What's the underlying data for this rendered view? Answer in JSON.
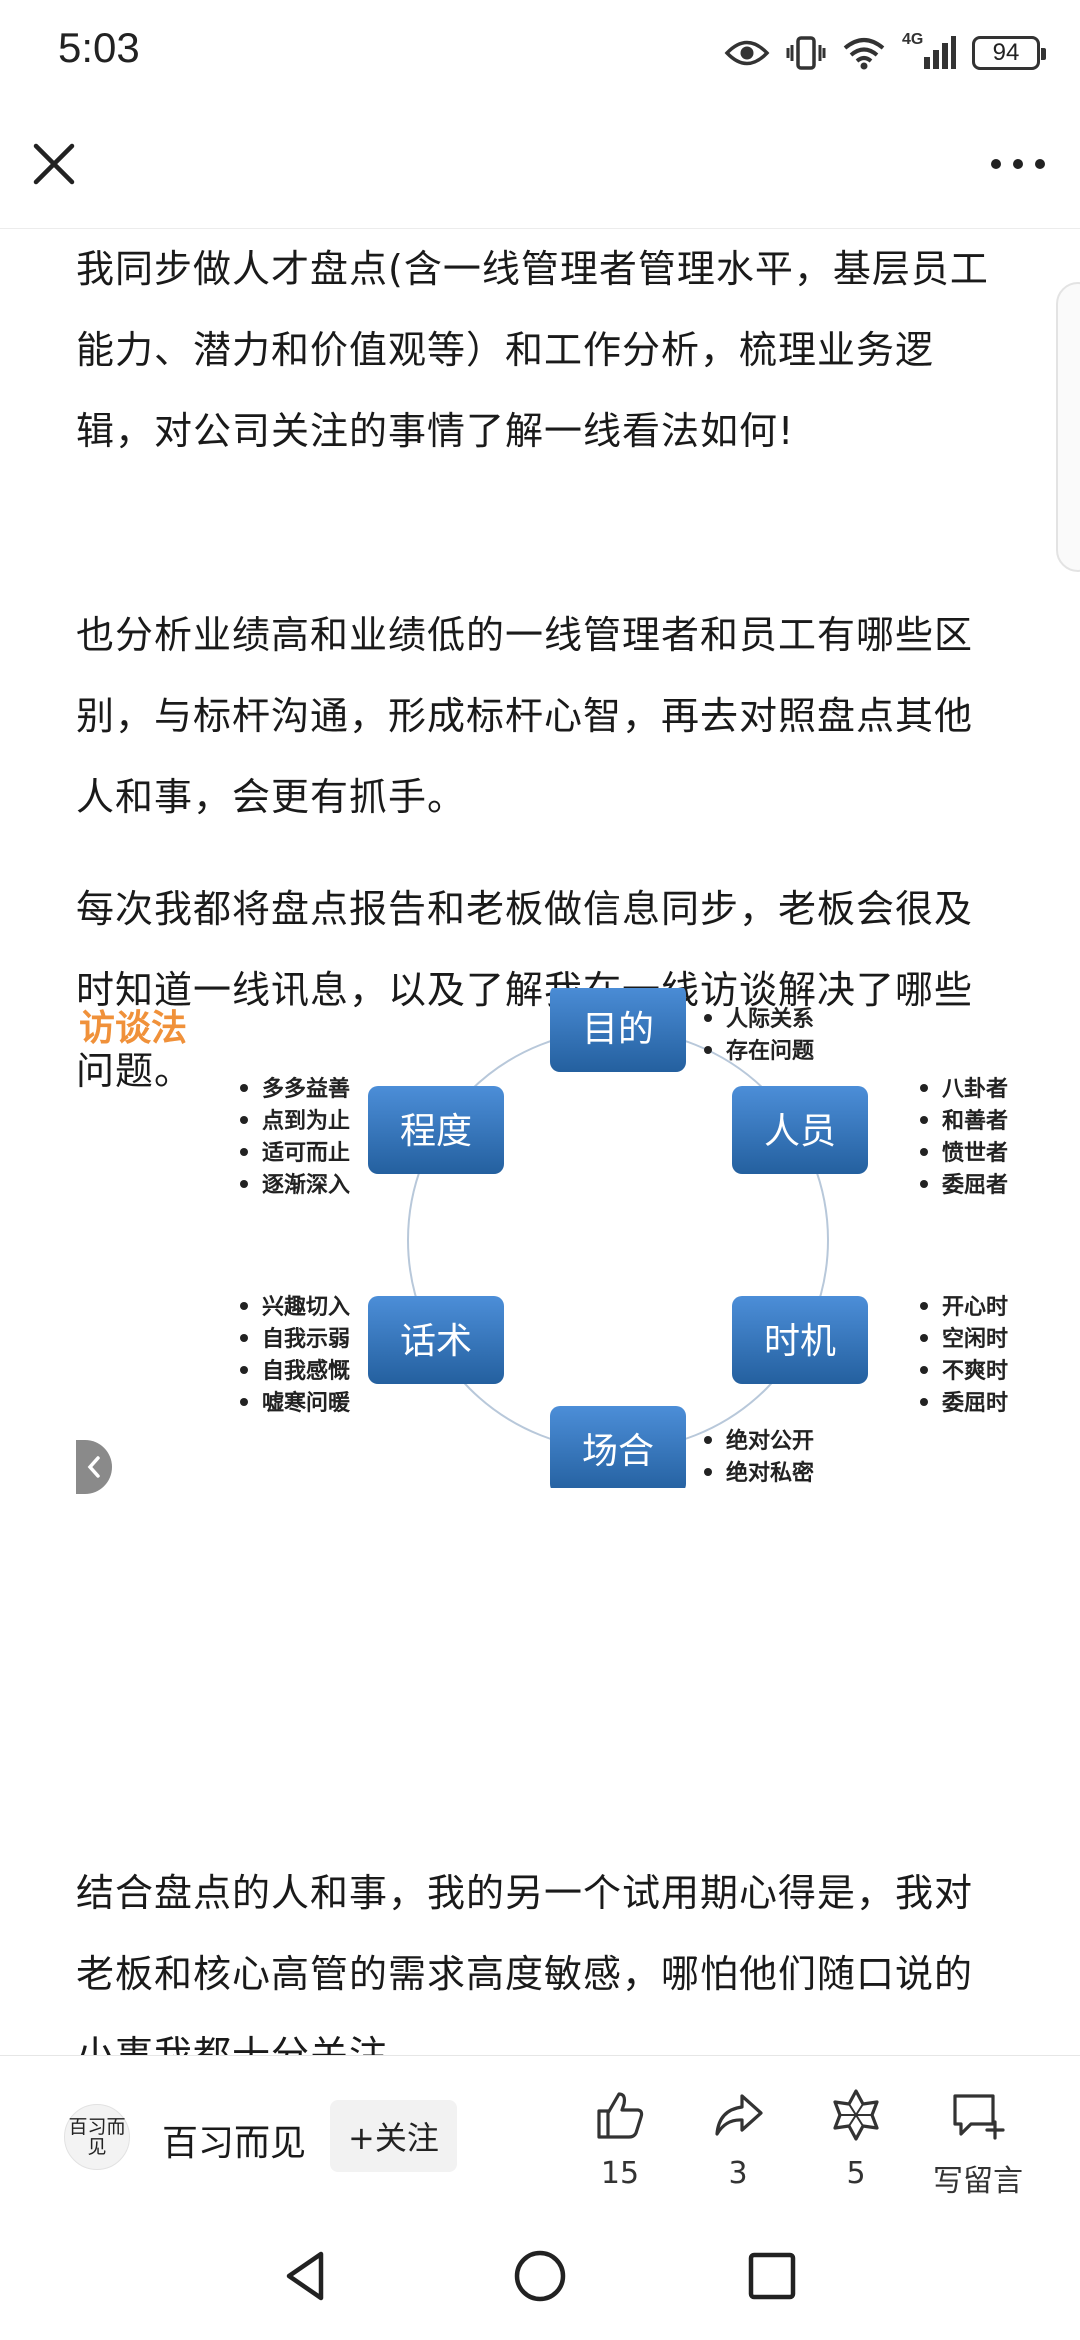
{
  "status_bar": {
    "time": "5:03",
    "network": "4G",
    "battery": "94"
  },
  "icons": {
    "close": "close-icon",
    "more": "more-dots-icon",
    "eye": "eye-icon",
    "vibrate": "vibrate-icon",
    "wifi": "wifi-icon",
    "signal": "signal-icon",
    "like": "thumbs-up-icon",
    "share": "share-icon",
    "collect": "star-icon",
    "comment": "comment-add-icon"
  },
  "article": {
    "paragraphs": [
      "我同步做人才盘点(含一线管理者管理水平，基层员工能力、潜力和价值观等）和工作分析，梳理业务逻辑，对公司关注的事情了解一线看法如何!",
      "也分析业绩高和业绩低的一线管理者和员工有哪些区别，与标杆沟通，形成标杆心智，再去对照盘点其他人和事，会更有抓手。",
      "每次我都将盘点报告和老板做信息同步，老板会很及时知道一线讯息，以及了解我在一线访谈解决了哪些问题。",
      "结合盘点的人和事，我的另一个试用期心得是，我对老板和核心高管的需求高度敏感，哪怕他们随口说的小事我都十分关注"
    ]
  },
  "diagram": {
    "title": "访谈法",
    "accent_color": "#F0913A",
    "box_color": "#2F6DB5",
    "nodes": [
      {
        "label": "目的",
        "bullets": [
          "人际关系",
          "存在问题"
        ]
      },
      {
        "label": "人员",
        "bullets": [
          "八卦者",
          "和善者",
          "愤世者",
          "委屈者"
        ]
      },
      {
        "label": "时机",
        "bullets": [
          "开心时",
          "空闲时",
          "不爽时",
          "委屈时"
        ]
      },
      {
        "label": "场合",
        "bullets": [
          "绝对公开",
          "绝对私密"
        ]
      },
      {
        "label": "话术",
        "bullets": [
          "兴趣切入",
          "自我示弱",
          "自我感慨",
          "嘘寒问暖"
        ]
      },
      {
        "label": "程度",
        "bullets": [
          "多多益善",
          "点到为止",
          "适可而止",
          "逐渐深入"
        ]
      }
    ]
  },
  "bottom_bar": {
    "author": "百习而见",
    "avatar_text": "百习而见",
    "follow_label": "+关注",
    "like_count": "15",
    "share_count": "3",
    "collect_count": "5",
    "comment_label": "写留言"
  }
}
